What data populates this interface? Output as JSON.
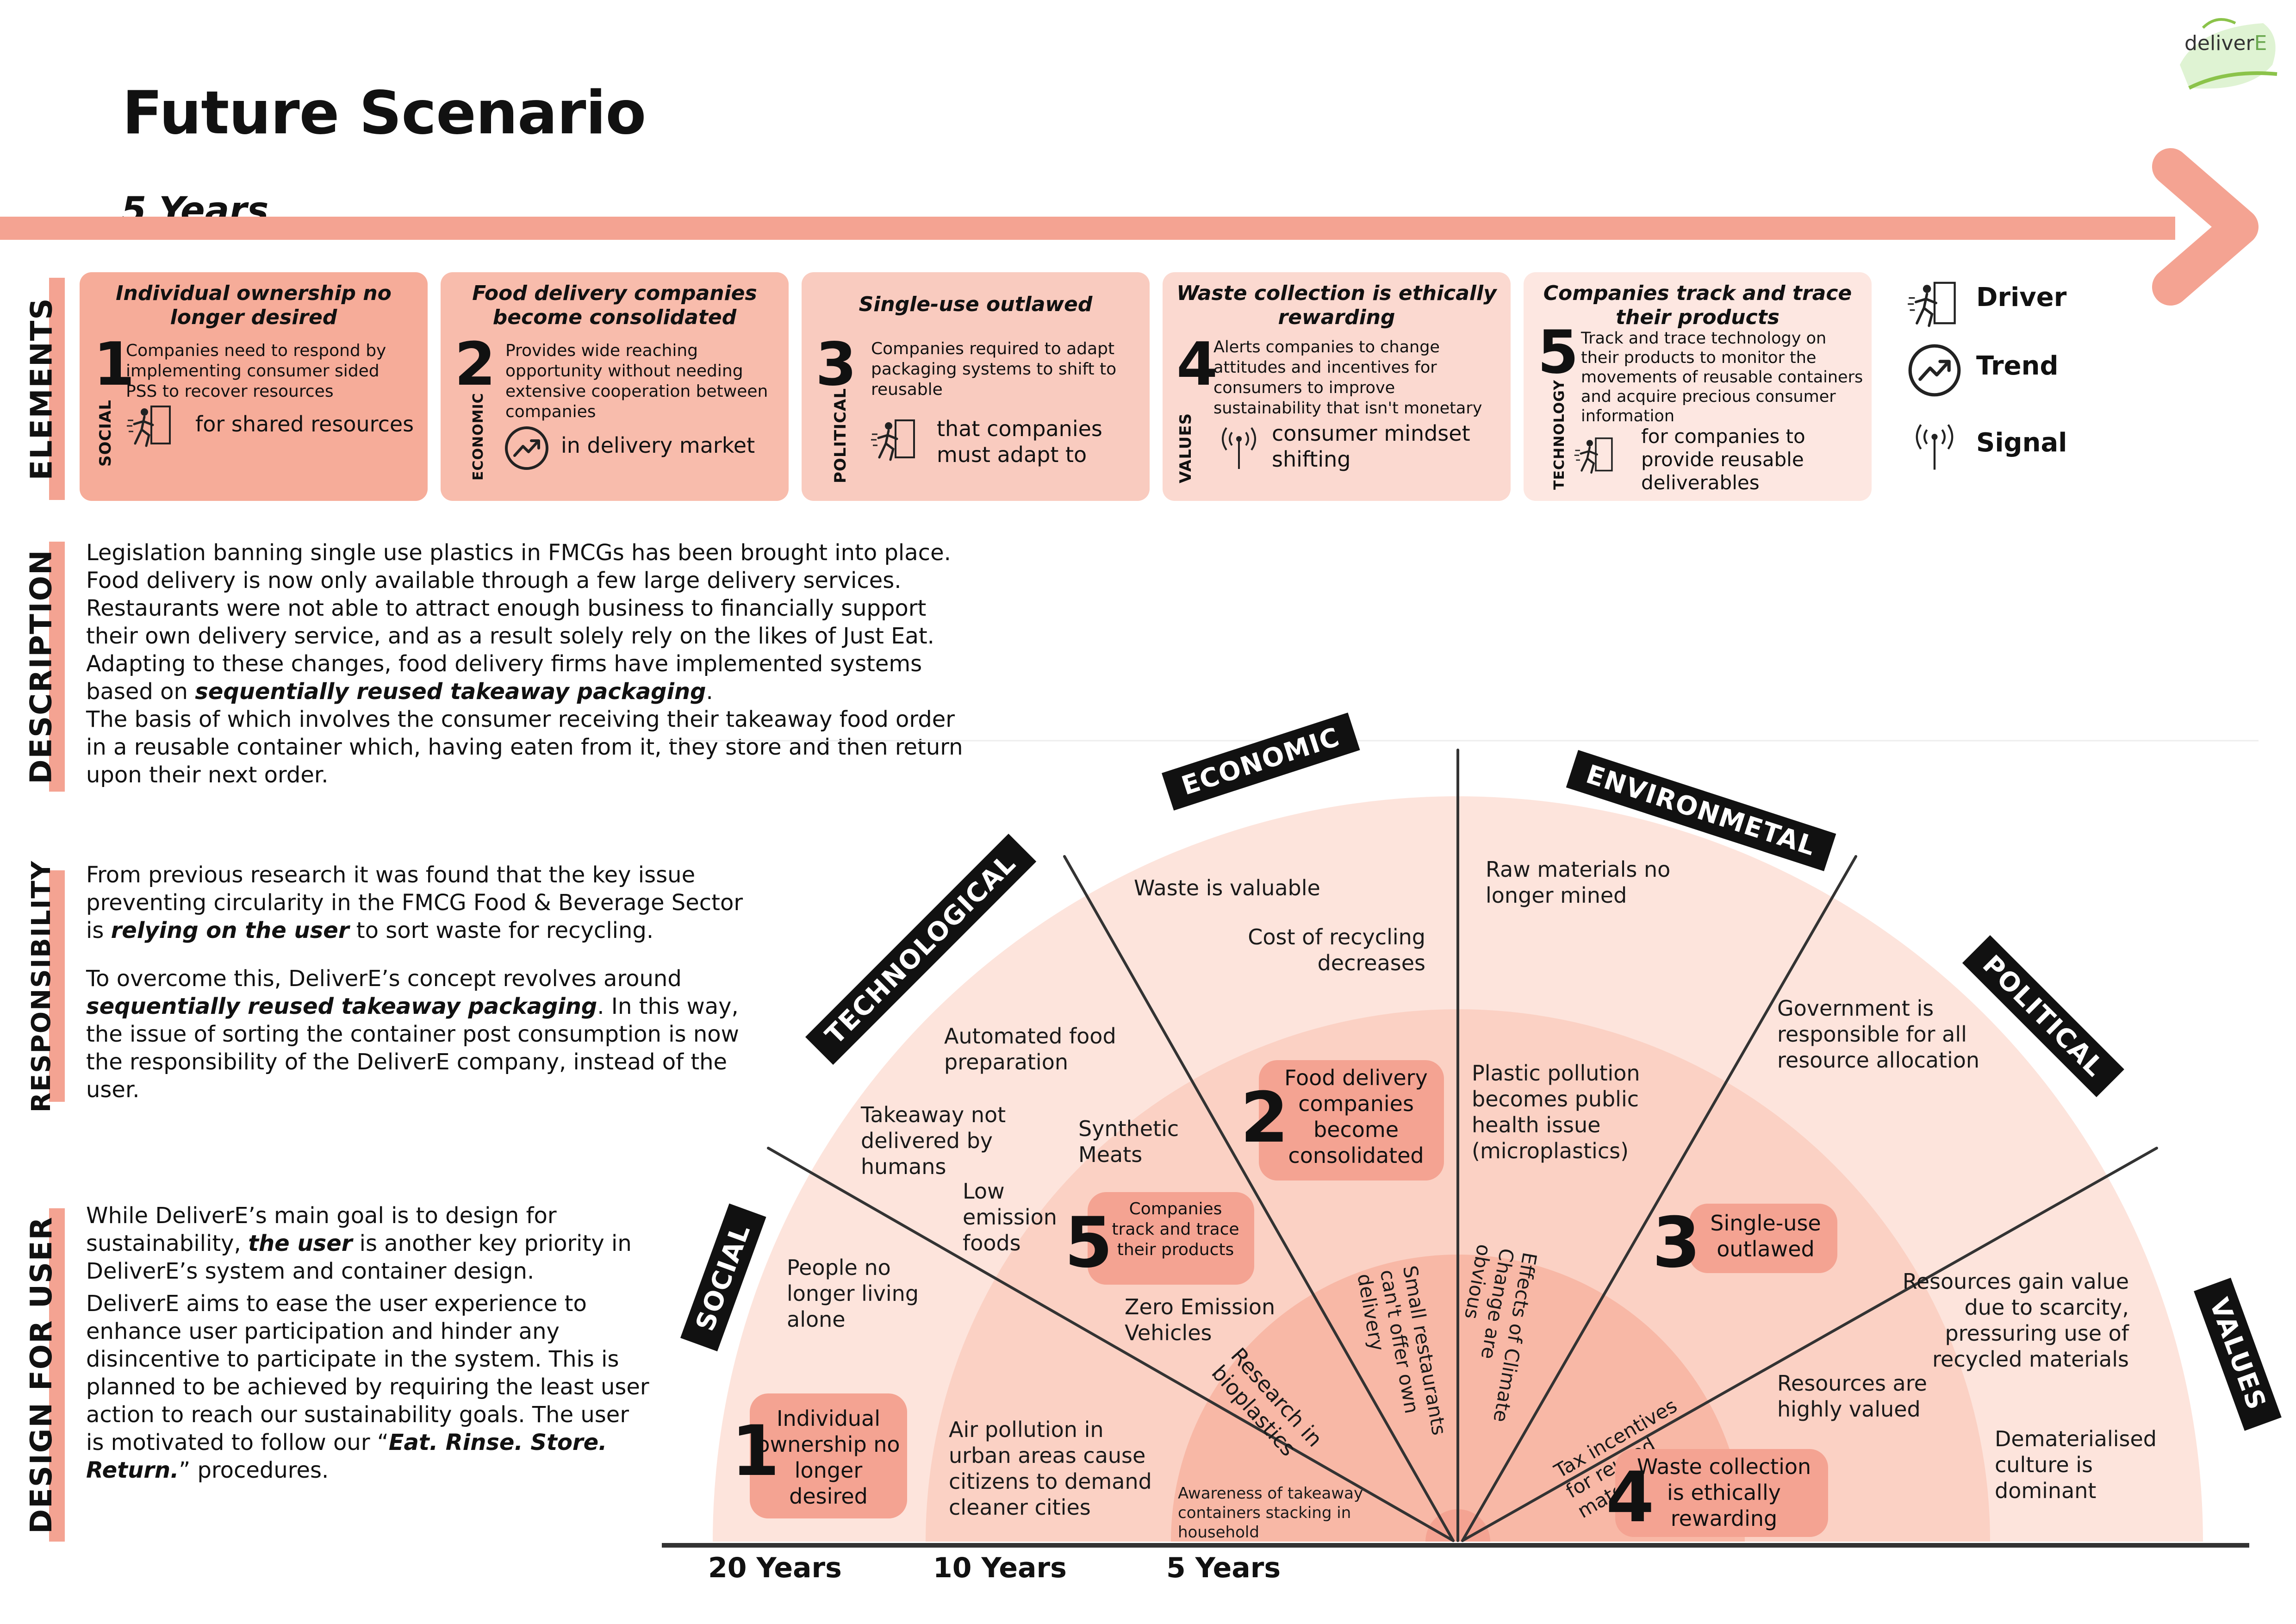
{
  "header": {
    "title": "Future Scenario",
    "subtitle": "5 Years",
    "logo_prefix": "deliver",
    "logo_suffix": "E"
  },
  "section_labels": {
    "elements": "ELEMENTS",
    "description": "DESCRIPTION",
    "responsibility": "RESPONSIBILITY",
    "design_for_user": "DESIGN FOR USER"
  },
  "cards": [
    {
      "title": "Individual ownership no longer desired",
      "number": "1",
      "category": "SOCIAL",
      "desc": "Companies need to respond by implementing consumer sided PSS to recover resources",
      "foot": "for shared resources",
      "icon": "driver-icon",
      "bg": "#f6ac99"
    },
    {
      "title": "Food delivery companies become consolidated",
      "number": "2",
      "category": "ECONOMIC",
      "desc": "Provides wide reaching opportunity without needing extensive cooperation between companies",
      "foot": "in delivery market",
      "icon": "trend-icon",
      "bg": "#f8bcac"
    },
    {
      "title": "Single-use outlawed",
      "number": "3",
      "category": "POLITICAL",
      "desc": "Companies required to adapt packaging systems to shift to reusable",
      "foot": "that companies must adapt to",
      "icon": "driver-icon",
      "bg": "#f9cbbf"
    },
    {
      "title": "Waste collection is ethically rewarding",
      "number": "4",
      "category": "VALUES",
      "desc": "Alerts companies to change attitudes and incentives for consumers to improve sustainability that isn't monetary",
      "foot": "consumer mindset shifting",
      "icon": "signal-icon",
      "bg": "#fbd9d0"
    },
    {
      "title": "Companies track and trace their products",
      "number": "5",
      "category": "TECHNOLOGY",
      "desc": "Track and trace technology on their products to monitor the movements of reusable containers and acquire precious consumer information",
      "foot": "for companies to provide reusable deliverables",
      "icon": "driver-icon",
      "bg": "#fde7e1"
    }
  ],
  "legend": {
    "driver": "Driver",
    "trend": "Trend",
    "signal": "Signal"
  },
  "description": {
    "p1_a": "Legislation banning single use plastics in FMCGs has been brought into place. Food delivery is now only available through a few large delivery services. Restaurants were not able to attract enough business to financially support their own delivery service, and as a result solely rely on the likes of Just Eat. Adapting to these changes, food delivery firms have implemented systems based on ",
    "p1_b": "sequentially reused takeaway packaging",
    "p1_c": ".",
    "p2": "The basis of which involves the consumer receiving their takeaway food order in a reusable container which, having eaten from it, they store and then return upon their next order."
  },
  "responsibility": {
    "p1_a": "From previous research it was found that the key issue preventing circularity in the FMCG Food & Beverage Sector is ",
    "p1_b": "relying on the user",
    "p1_c": " to sort waste for recycling.",
    "p2_a": "To overcome this, DeliverE’s concept revolves around ",
    "p2_b": "sequentially reused takeaway packaging",
    "p2_c": ". In this way, the issue of sorting the container post consumption is now the responsibility of  the DeliverE company, instead of the user."
  },
  "design_for_user": {
    "p1_a": "While DeliverE’s main goal is to design for sustainability, ",
    "p1_b": "the user",
    "p1_c": " is another key priority in DeliverE’s system and container design.",
    "p2_a": "DeliverE aims to ease the user experience to enhance user participation and hinder any disincentive to participate in the system. This is planned to be achieved by requiring the least user action to reach our sustainability goals. The user is motivated to follow our “",
    "p2_b": "Eat. Rinse. Store. Return.",
    "p2_c": "” procedures."
  },
  "radar": {
    "sectors": {
      "social": "SOCIAL",
      "technological": "TECHNOLOGICAL",
      "economic": "ECONOMIC",
      "environmental": "ENVIRONMETAL",
      "political": "POLITICAL",
      "values": "VALUES"
    },
    "axis": {
      "y20": "20 Years",
      "y10": "10 Years",
      "y5": "5 Years"
    },
    "signals": {
      "waste_valuable": "Waste is valuable",
      "cost_recycling": "Cost of recycling decreases",
      "raw_materials": "Raw materials no longer mined",
      "automated_food": "Automated food preparation",
      "takeaway_humans": "Takeaway not delivered by humans",
      "synthetic_meats": "Synthetic Meats",
      "low_emission": "Low emission foods",
      "plastic_pollution": "Plastic pollution becomes public health issue (microplastics)",
      "government": "Government is responsible for all resource allocation",
      "people_alone": "People no longer living alone",
      "zero_emission": "Zero Emission Vehicles",
      "research_bio": "Research in bioplastics",
      "small_restaurants": "Small restaurants can't offer own delivery",
      "effects_climate": "Effects of Climate Change are obvious",
      "tax_incentives": "Tax incentives for reused materials",
      "resources_gain": "Resources gain value due to scarcity, pressuring use of recycled materials",
      "resources_valued": "Resources are highly valued",
      "dematerialised": "Dematerialised culture is dominant",
      "air_pollution": "Air pollution in urban areas cause citizens to demand cleaner cities",
      "awareness": "Awareness of takeaway containers stacking in household"
    },
    "pills": {
      "p1_num": "1",
      "p1": "Individual ownership no longer desired",
      "p2_num": "2",
      "p2": "Food delivery companies become consolidated",
      "p3_num": "3",
      "p3": "Single-use outlawed",
      "p4_num": "4",
      "p4": "Waste collection is ethically rewarding",
      "p5_num": "5",
      "p5": "Companies track and trace their products"
    }
  },
  "colors": {
    "accent": "#f4a392",
    "ring_outer": "#fde4dc",
    "ring_mid": "#fbd1c4",
    "ring_inner": "#f8b8a6",
    "pill": "#f4a392"
  }
}
